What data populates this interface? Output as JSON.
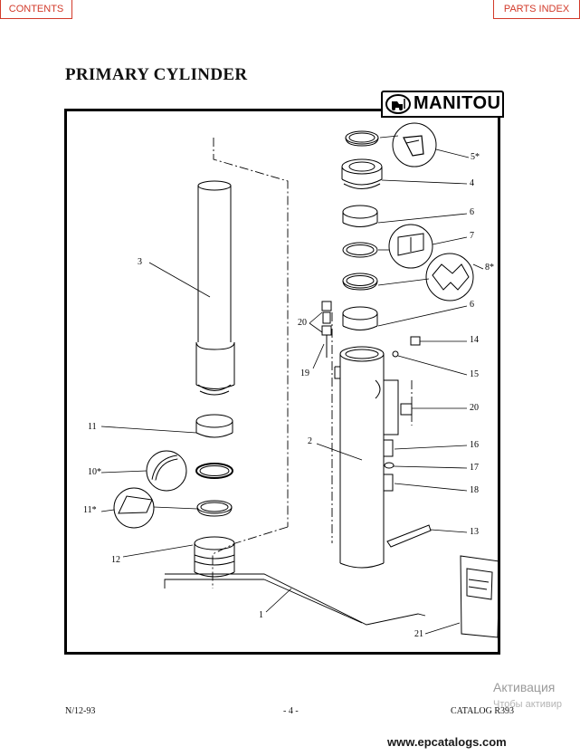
{
  "nav": {
    "contents": "CONTENTS",
    "parts_index": "PARTS INDEX"
  },
  "page_title": "PRIMARY CYLINDER",
  "logo": {
    "text": "MANITOU"
  },
  "part_labels": {
    "p1": "1",
    "p2": "2",
    "p3": "3",
    "p4": "4",
    "p5": "5*",
    "p6a": "6",
    "p6b": "6",
    "p7": "7",
    "p8": "8*",
    "p10": "10*",
    "p11a": "11",
    "p11b": "11*",
    "p12": "12",
    "p13": "13",
    "p14": "14",
    "p15": "15",
    "p16": "16",
    "p17": "17",
    "p18": "18",
    "p19": "19",
    "p20a": "20",
    "p20b": "20",
    "p21": "21"
  },
  "footer": {
    "date": "N/12-93",
    "page": "- 4 -",
    "catalog": "CATALOG R393"
  },
  "watermark": {
    "line1": "Активация",
    "line2": "Чтобы активир"
  },
  "website": "www.epcatalogs.com"
}
